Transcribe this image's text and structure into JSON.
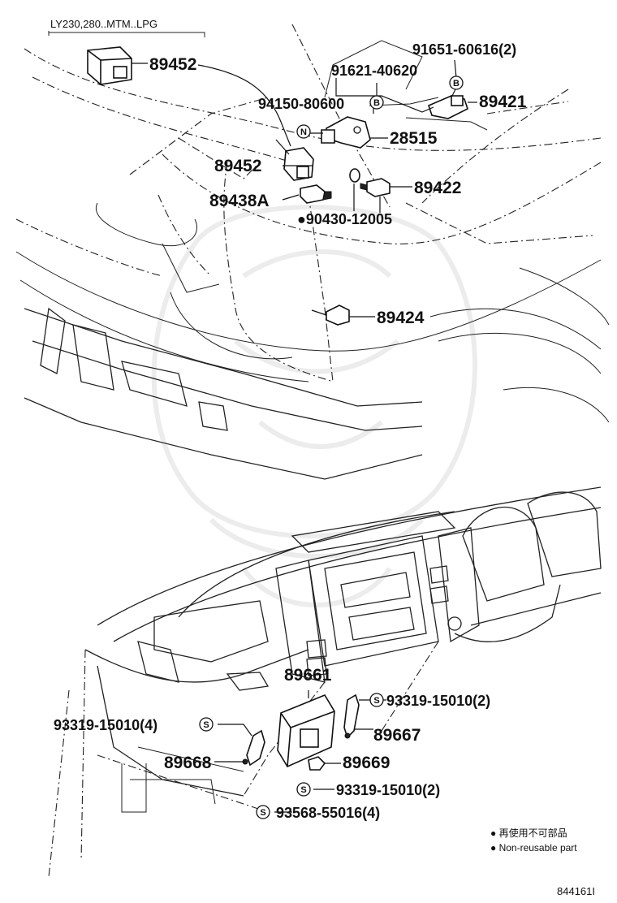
{
  "variant_caption": "LY230,280..MTM..LPG",
  "parts": {
    "p89452_top": "89452",
    "p91651": "91651-60616(2)",
    "p91621": "91621-40620",
    "p94150": "94150-80600",
    "p89421": "89421",
    "p28515": "28515",
    "p89452_mid": "89452",
    "p89422": "89422",
    "p89438a": "89438A",
    "p90430": "●90430-12005",
    "p89424": "89424",
    "p89661": "89661",
    "p93319_2a": "93319-15010(2)",
    "p93319_4": "93319-15010(4)",
    "p89667": "89667",
    "p89668": "89668",
    "p89669": "89669",
    "p93319_2b": "93319-15010(2)",
    "p93568": "93568-55016(4)"
  },
  "markers": {
    "b": "B",
    "n": "N",
    "s": "S"
  },
  "legend": {
    "zh": "● 再使用不可部品",
    "en": "● Non-reusable part"
  },
  "diagram_id": "844161I"
}
